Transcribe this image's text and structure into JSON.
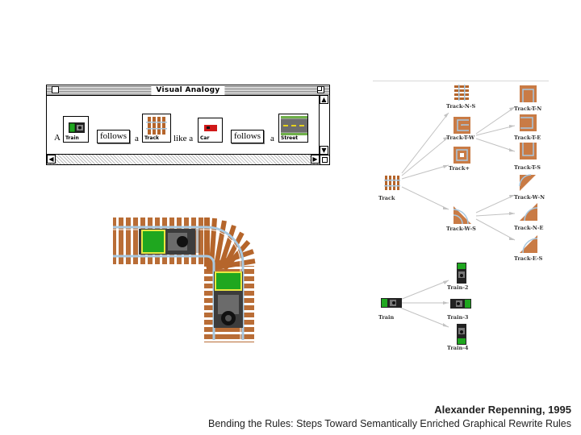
{
  "window": {
    "title": "Visual Analogy",
    "scroll_up": "▲",
    "scroll_down": "▼",
    "scroll_left": "◀",
    "scroll_right": "▶"
  },
  "analogy": {
    "word_a": "A",
    "icon1_label": "Train",
    "follows1": "follows",
    "word_a2": "a",
    "icon2_label": "Track",
    "like": "like a",
    "icon3_label": "Car",
    "follows2": "follows",
    "word_a3": "a",
    "icon4_label": "Street"
  },
  "graph": {
    "root": "Track",
    "level1": [
      "Track-N-S",
      "Track-T-W",
      "Track+",
      "Track-W-S"
    ],
    "level2": [
      "Track-T-N",
      "Track-T-E",
      "Track-T-S",
      "Track-W-N",
      "Track-N-E",
      "Track-E-S"
    ],
    "train_root": "Train",
    "train_variants": [
      "Train-2",
      "Train-3",
      "Train-4"
    ]
  },
  "colors": {
    "track_tie": "#b5652b",
    "rail": "#a8c8e0",
    "train_green": "#1fa71f",
    "car_red": "#d01818"
  },
  "caption": {
    "author": "Alexander Repenning, 1995",
    "title": "Bending the Rules: Steps Toward Semantically Enriched Graphical Rewrite Rules"
  }
}
